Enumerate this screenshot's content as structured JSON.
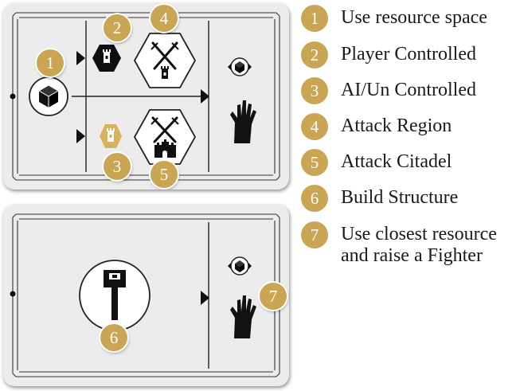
{
  "colors": {
    "badge": "#c9a554",
    "card": "#ececec",
    "icon": "#111111",
    "text": "#1a1a1a"
  },
  "badges": {
    "top": [
      "1",
      "2",
      "3",
      "4",
      "5"
    ],
    "bottom": [
      "6",
      "7"
    ]
  },
  "icons": {
    "resource_space": "cube-icon",
    "player_controlled": "black-hex-tower-icon",
    "ai_controlled": "gold-hex-tower-icon",
    "attack_region": "crossed-swords-tower-icon",
    "attack_citadel": "crossed-swords-castle-icon",
    "build_structure": "hammer-icon",
    "closest_resource": "cube-arrows-icon",
    "raise_fighter": "rising-hand-icon"
  },
  "legend": [
    {
      "number": "1",
      "label": "Use resource space"
    },
    {
      "number": "2",
      "label": "Player Controlled"
    },
    {
      "number": "3",
      "label": "AI/Un Controlled"
    },
    {
      "number": "4",
      "label": "Attack Region"
    },
    {
      "number": "5",
      "label": "Attack Citadel"
    },
    {
      "number": "6",
      "label": "Build Structure"
    },
    {
      "number": "7",
      "label": "Use closest resource",
      "label_line2": "and raise a Fighter"
    }
  ]
}
